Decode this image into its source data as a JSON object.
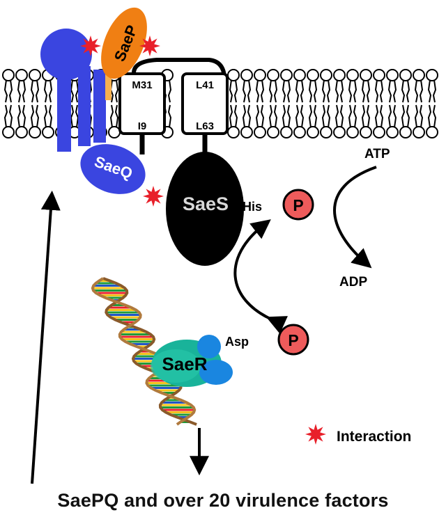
{
  "labels": {
    "saep": "SaeP",
    "saeq": "SaeQ",
    "saes": "SaeS",
    "saer": "SaeR",
    "his": "-His",
    "asp": "Asp",
    "phospho_1": "P",
    "phospho_2": "P",
    "atp": "ATP",
    "adp": "ADP",
    "m31": "M31",
    "i9": "I9",
    "l41": "L41",
    "l63": "L63",
    "legend_interaction": "Interaction",
    "caption": "SaePQ and over 20 virulence factors"
  },
  "colors": {
    "saep": "#f07f13",
    "saeq": "#3a45e0",
    "saes": "#000000",
    "saer": "#19b39a",
    "phospho": "#ee5b5b",
    "interaction_star": "#e8202a",
    "membrane_head": "#ffffff",
    "tail": "#000000"
  },
  "icons": {
    "interaction": "interaction-star-icon"
  }
}
